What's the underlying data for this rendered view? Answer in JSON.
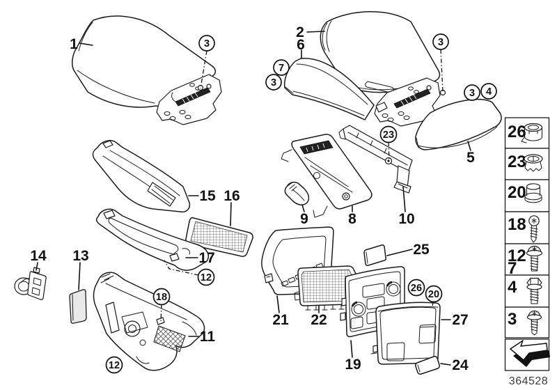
{
  "doc_number": "364528",
  "colors": {
    "line": "#1a1a1a",
    "background": "#ffffff",
    "pad_shade": "#e9e9e9",
    "spring_bar": "#222222"
  },
  "callouts": {
    "plain": [
      {
        "t": "1"
      },
      {
        "t": "2"
      },
      {
        "t": "6"
      },
      {
        "t": "5"
      },
      {
        "t": "9"
      },
      {
        "t": "8"
      },
      {
        "t": "10"
      },
      {
        "t": "15"
      },
      {
        "t": "16"
      },
      {
        "t": "17"
      },
      {
        "t": "13"
      },
      {
        "t": "14"
      },
      {
        "t": "11"
      },
      {
        "t": "21"
      },
      {
        "t": "22"
      },
      {
        "t": "25"
      },
      {
        "t": "27"
      },
      {
        "t": "19"
      },
      {
        "t": "24"
      }
    ],
    "circled": [
      {
        "t": "3"
      },
      {
        "t": "7"
      },
      {
        "t": "3"
      },
      {
        "t": "3"
      },
      {
        "t": "3"
      },
      {
        "t": "4"
      },
      {
        "t": "23"
      },
      {
        "t": "12"
      },
      {
        "t": "18"
      },
      {
        "t": "12"
      },
      {
        "t": "26"
      },
      {
        "t": "20"
      }
    ]
  },
  "legend": {
    "cells": [
      {
        "num": "26",
        "icon": "retainer-bushing-icon"
      },
      {
        "num": "23",
        "icon": "grommet-icon"
      },
      {
        "num": "20",
        "icon": "cap-plug-icon"
      },
      {
        "num": "18",
        "icon": "self-tapping-screw-icon"
      },
      {
        "num": "12",
        "num2": "7",
        "icon": "flange-head-screw-icon"
      },
      {
        "num": "4",
        "icon": "hex-flange-bolt-icon"
      },
      {
        "num": "3",
        "icon": "pan-head-screw-icon"
      },
      {
        "num": "",
        "icon": "viewing-direction-arrow-icon"
      }
    ]
  }
}
